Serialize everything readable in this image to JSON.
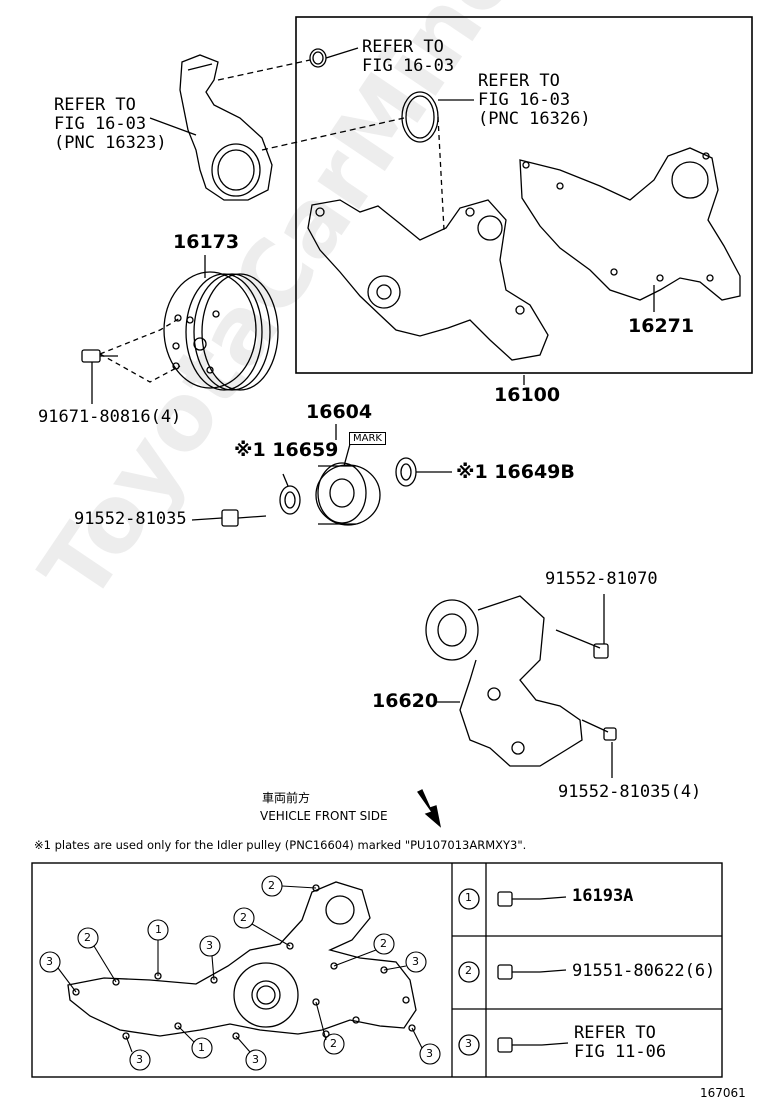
{
  "refer_top_ring": "REFER TO\nFIG 16-03",
  "refer_oring": "REFER TO\nFIG 16-03\n(PNC 16326)",
  "refer_housing": "REFER TO\nFIG 16-03\n(PNC 16323)",
  "parts": {
    "p16173": "16173",
    "p91671": "91671-80816(4)",
    "p16271": "16271",
    "p16100": "16100",
    "p16604": "16604",
    "p16659": "※1 16659",
    "p16649b": "※1 16649B",
    "p91552a": "91552-81035",
    "p91552b": "91552-81070",
    "p16620": "16620",
    "p91552c": "91552-81035(4)"
  },
  "mark_label": "MARK",
  "front_jp": "車両前方",
  "front_en": "VEHICLE FRONT SIDE",
  "footnote": "※1 plates are used only for the Idler pulley (PNC16604) marked \"PU107013ARMXY3\".",
  "legend": [
    {
      "num": "1",
      "text": "16193A"
    },
    {
      "num": "2",
      "text": "91551-80622(6)"
    },
    {
      "num": "3",
      "text": "REFER TO\nFIG 11-06"
    }
  ],
  "fig_number": "167061",
  "watermark": "ToyotaCarMiner.ru"
}
